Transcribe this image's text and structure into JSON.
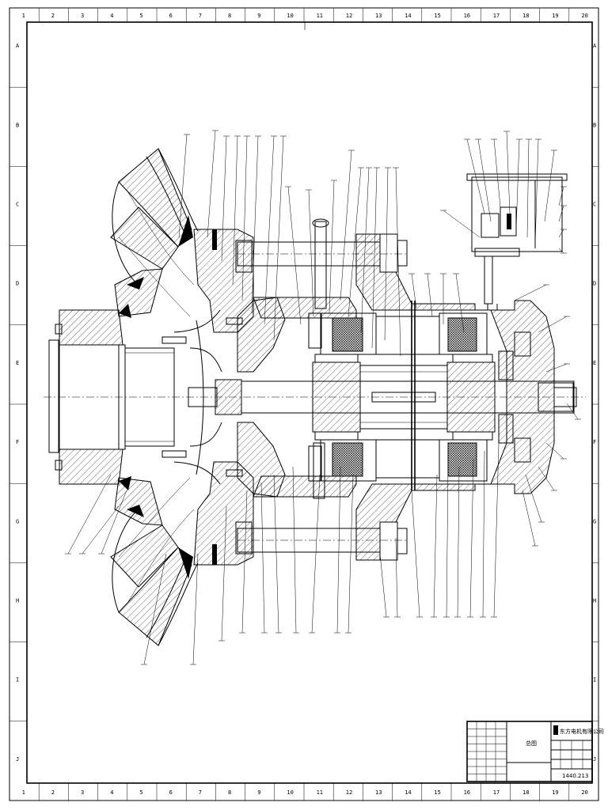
{
  "frame": {
    "columns": [
      "1",
      "2",
      "3",
      "4",
      "5",
      "6",
      "7",
      "8",
      "9",
      "10",
      "11",
      "12",
      "13",
      "14",
      "15",
      "16",
      "17",
      "18",
      "19",
      "20"
    ],
    "rows": [
      "A",
      "B",
      "C",
      "D",
      "E",
      "F",
      "G",
      "H",
      "I",
      "J"
    ]
  },
  "title_block": {
    "company": "东方电机有限公司",
    "drawing_name": "总图",
    "drawing_number": "1440.213"
  },
  "colors": {
    "ink": "#000000",
    "paper": "#ffffff"
  }
}
